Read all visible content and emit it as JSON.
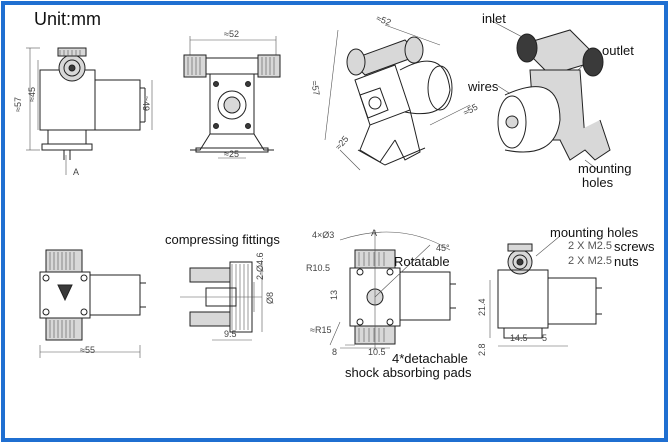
{
  "title": "Unit:mm",
  "labels": {
    "inlet": "inlet",
    "outlet": "outlet",
    "wires": "wires",
    "mounting_holes_1": "mounting",
    "mounting_holes_2": "holes",
    "compressing_fittings": "compressing fittings",
    "rotatable": "Rotatable",
    "mounting_holes_top": "mounting holes",
    "screws_spec": "2 X M2.5",
    "screws": "screws",
    "nuts_spec": "2 X M2.5",
    "nuts": "nuts",
    "pads_1": "4*detachable",
    "pads_2": "shock absorbing pads"
  },
  "dimensions": {
    "d57_left": "≈57",
    "d45": "≈45",
    "d49": "≈49",
    "section_a1": "A",
    "d52_front": "≈52",
    "d25_front": "≈25",
    "d52_iso": "≈52",
    "d57_iso": "≈57",
    "d55_iso": "≈55",
    "d25_iso": "≈25",
    "d55_bottom": "≈55",
    "d46": "2-Ø4.6",
    "d8": "Ø8",
    "d95": "9.5",
    "holes": "4×Ø3",
    "section_a2": "A",
    "angle": "45°",
    "r105": "R10.5",
    "d13": "13",
    "r15": "≈R15",
    "d8b": "8",
    "d105": "10.5",
    "d214": "21.4",
    "d145": "14.5",
    "d5": "5",
    "d28": "2.8"
  }
}
